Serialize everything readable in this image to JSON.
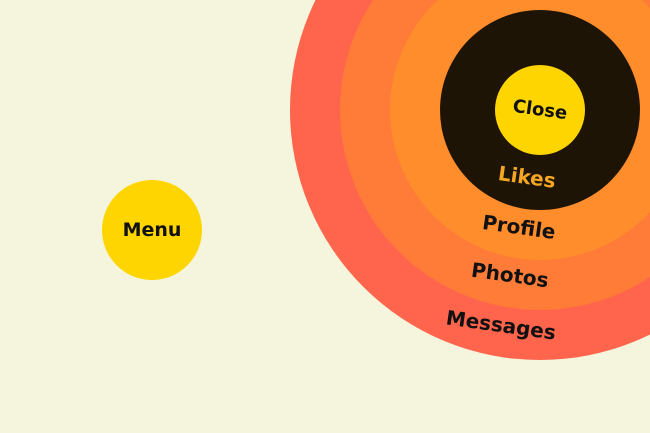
{
  "menu_button": {
    "label": "Menu"
  },
  "radial_menu": {
    "close_label": "Close",
    "items": [
      {
        "label": "Likes",
        "color": "#f5a623"
      },
      {
        "label": "Profile",
        "color": "#111111"
      },
      {
        "label": "Photos",
        "color": "#111111"
      },
      {
        "label": "Messages",
        "color": "#111111"
      }
    ],
    "ring_colors": [
      "#ff644c",
      "#ff7b38",
      "#ff8d2c",
      "#1e1405"
    ],
    "close_color": "#ffd500"
  }
}
